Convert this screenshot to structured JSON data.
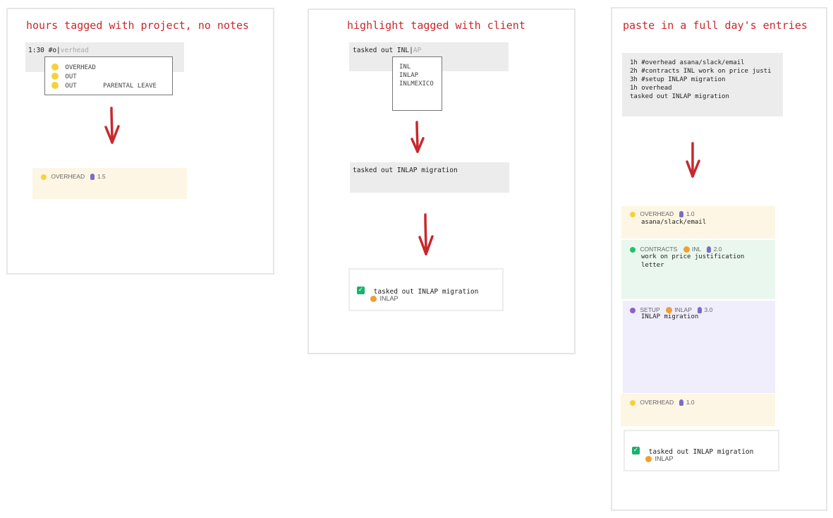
{
  "panel1": {
    "title": "hours tagged with project, no notes",
    "input_typed": "1:30 #o",
    "input_ghost": "verhead",
    "dropdown": [
      {
        "tag": "OVERHEAD",
        "sub": ""
      },
      {
        "tag": "OUT",
        "sub": ""
      },
      {
        "tag": "OUT",
        "sub": "PARENTAL LEAVE"
      }
    ],
    "result": {
      "tag": "OVERHEAD",
      "hours": "1.5"
    }
  },
  "panel2": {
    "title": "highlight tagged with client",
    "input_typed": "tasked out INL",
    "input_ghost": "AP",
    "dropdown": [
      "INL",
      "INLAP",
      "INLMEXICO"
    ],
    "middle_text": "tasked out INLAP migration",
    "todo": {
      "text": "tasked out INLAP migration",
      "client": "INLAP"
    }
  },
  "panel3": {
    "title": "paste in a full day's entries",
    "pasted_lines": [
      "1h #overhead asana/slack/email",
      "2h #contracts INL work on price justi",
      "3h #setup INLAP migration",
      "1h overhead",
      "tasked out INLAP migration"
    ],
    "entries": [
      {
        "tag": "OVERHEAD",
        "client": "",
        "hours": "1.0",
        "note": "asana/slack/email"
      },
      {
        "tag": "CONTRACTS",
        "client": "INL",
        "hours": "2.0",
        "note": "work on price justification",
        "note2": "letter"
      },
      {
        "tag": "SETUP",
        "client": "INLAP",
        "hours": "3.0",
        "note": "INLAP migration"
      },
      {
        "tag": "OVERHEAD",
        "client": "",
        "hours": "1.0",
        "note": ""
      }
    ],
    "todo": {
      "text": "tasked out INLAP migration",
      "client": "INLAP"
    }
  },
  "colors": {
    "accent": "#c8282d",
    "overhead": "#f5d23a",
    "overhead_bg": "#fdf6e4",
    "contracts": "#1fc46a",
    "contracts_bg": "#eaf7ee",
    "setup": "#8a63c8",
    "setup_bg": "#f0edfc",
    "check": "#19b26b"
  }
}
